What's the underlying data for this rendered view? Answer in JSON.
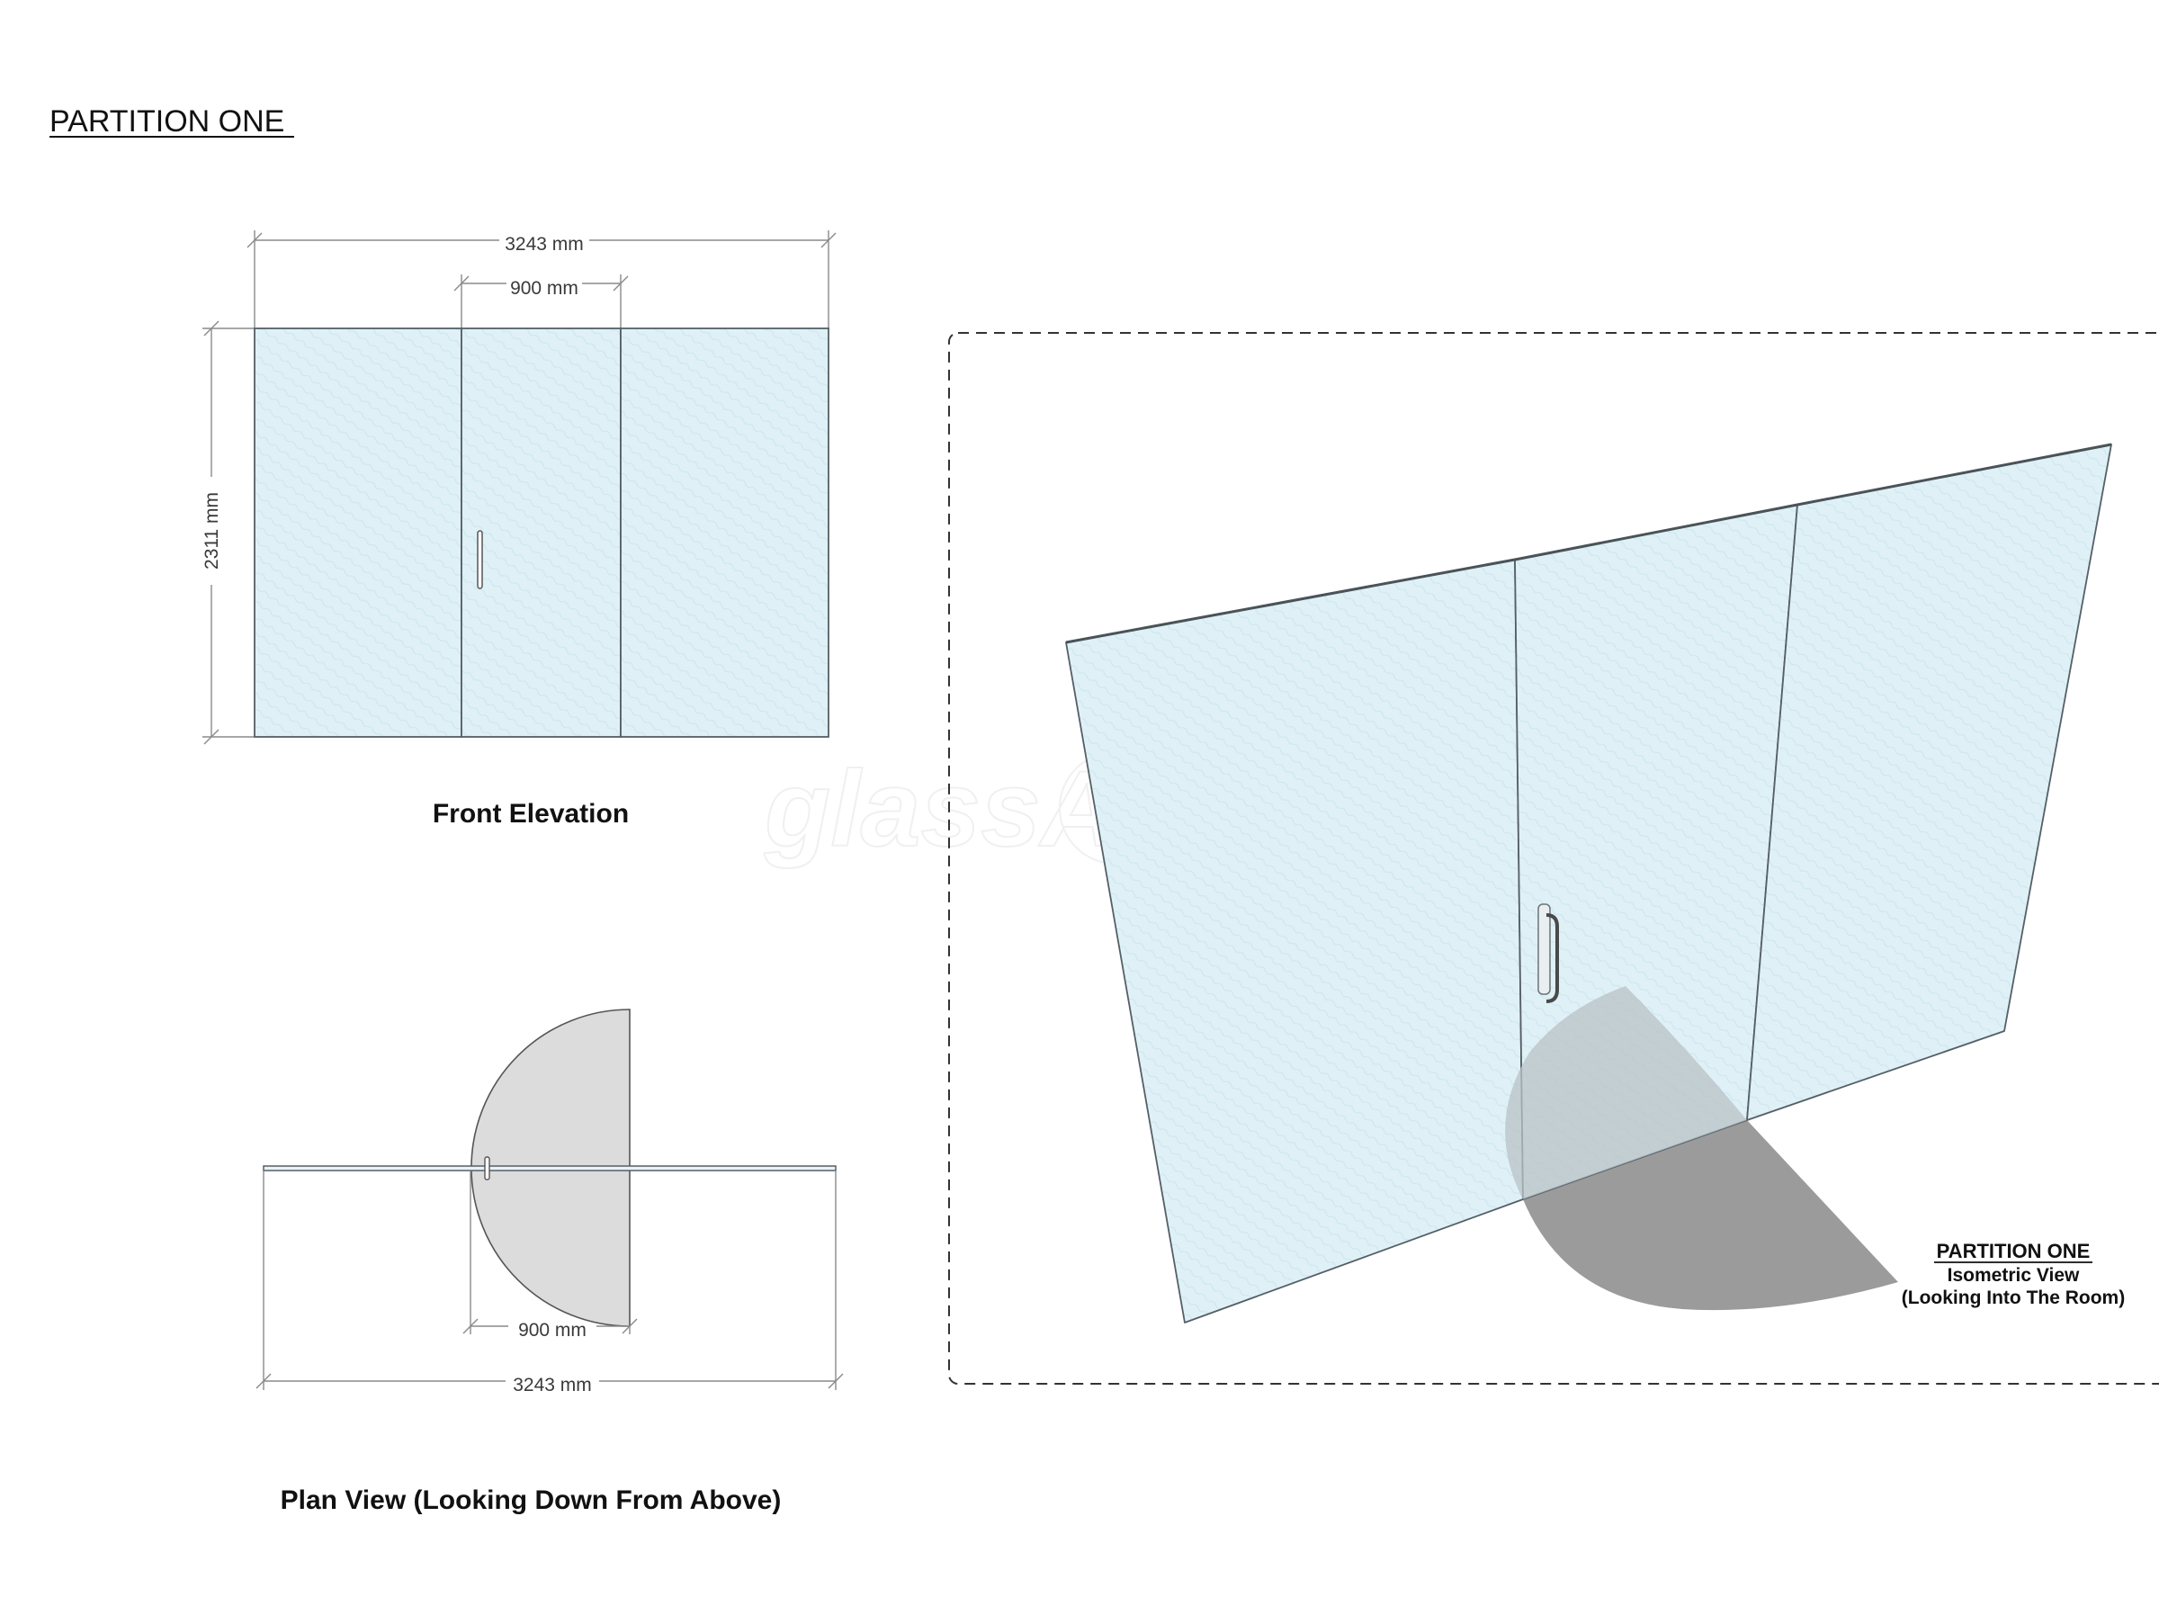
{
  "sheet": {
    "title": "PARTITION ONE"
  },
  "front_elevation": {
    "caption": "Front Elevation",
    "overall_width_label": "3243 mm",
    "door_width_label": "900 mm",
    "height_label": "2311 mm"
  },
  "plan_view": {
    "caption": "Plan View (Looking Down From Above)",
    "door_width_label": "900 mm",
    "overall_width_label": "3243 mm"
  },
  "isometric_view": {
    "title": "PARTITION ONE",
    "subtitle": "Isometric View",
    "note": "(Looking Into The Room)"
  },
  "watermark": {
    "text": "glassA"
  },
  "colors": {
    "glass_fill": "#dff1f7",
    "glass_edge": "#555f66",
    "door_swing_plan": "#dcdcdc",
    "door_swing_iso_dark": "#9b9b9b",
    "door_swing_iso_light": "#b9c2c6",
    "dimension_line": "#8a8a8a"
  }
}
